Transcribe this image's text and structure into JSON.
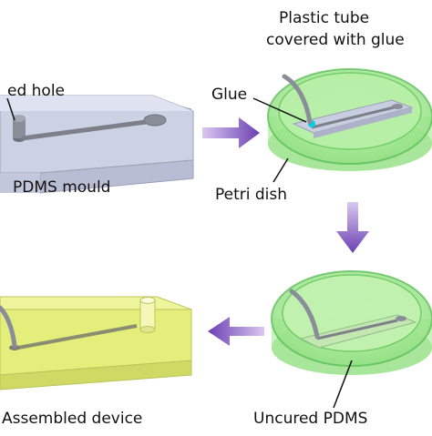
{
  "labels": {
    "drilled_hole": "ed hole",
    "pdms_mould": "PDMS mould",
    "plastic_tube_line1": "Plastic tube",
    "plastic_tube_line2": "covered with glue",
    "glue": "Glue",
    "petri_dish": "Petri dish",
    "assembled_device": "Assembled device",
    "uncured_pdms": "Uncured PDMS"
  },
  "colors": {
    "arrow": "#6b3fb3",
    "dish_green": "#9be88a",
    "dish_rim": "#5fc35a",
    "mould_blue": "#c9cde0",
    "channel": "#7d8088",
    "device_yellow": "#e6f07a",
    "glue_cyan": "#00d0e0"
  },
  "icons": [
    "arrow-right-icon",
    "arrow-left-icon",
    "arrow-down-icon"
  ]
}
